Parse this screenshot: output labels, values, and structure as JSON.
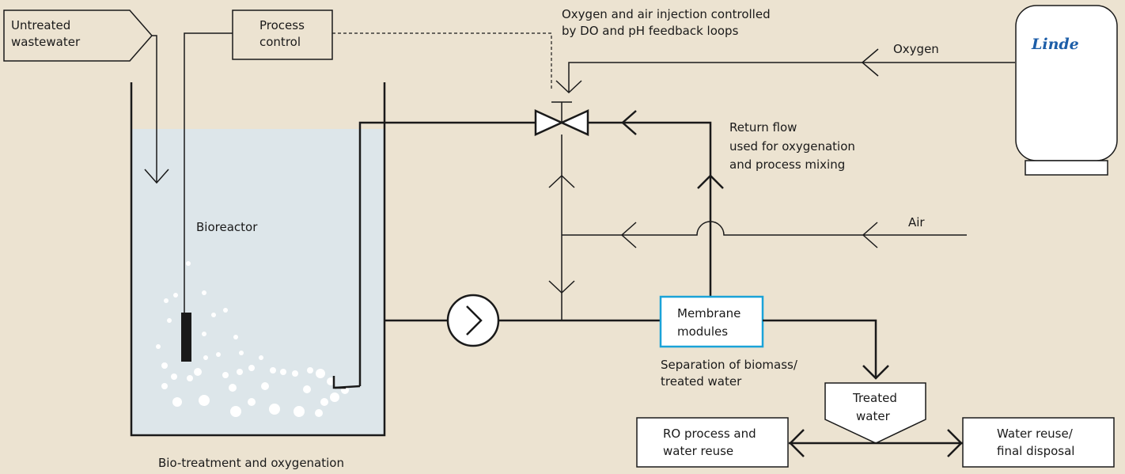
{
  "labels": {
    "untreated": [
      "Untreated",
      "wastewater"
    ],
    "process_control": [
      "Process",
      "control"
    ],
    "injection_note": [
      "Oxygen and air injection controlled",
      "by DO and pH feedback loops"
    ],
    "oxygen": "Oxygen",
    "air": "Air",
    "return_flow": [
      "Return flow",
      "used for oxygenation",
      "and process mixing"
    ],
    "bioreactor": "Bioreactor",
    "membrane": [
      "Membrane",
      "modules"
    ],
    "separation": [
      "Separation of biomass/",
      "treated water"
    ],
    "treated_water": [
      "Treated",
      "water"
    ],
    "ro_process": [
      "RO process and",
      "water reuse"
    ],
    "water_reuse": [
      "Water reuse/",
      "final disposal"
    ],
    "bio_treatment": "Bio-treatment and oxygenation",
    "logo": "Linde"
  },
  "colors": {
    "background": "#ece3d1",
    "water": "#dde6ea",
    "line": "#1a1a1a",
    "membrane_border": "#1aa3d8",
    "logo": "#1d5ea8"
  }
}
